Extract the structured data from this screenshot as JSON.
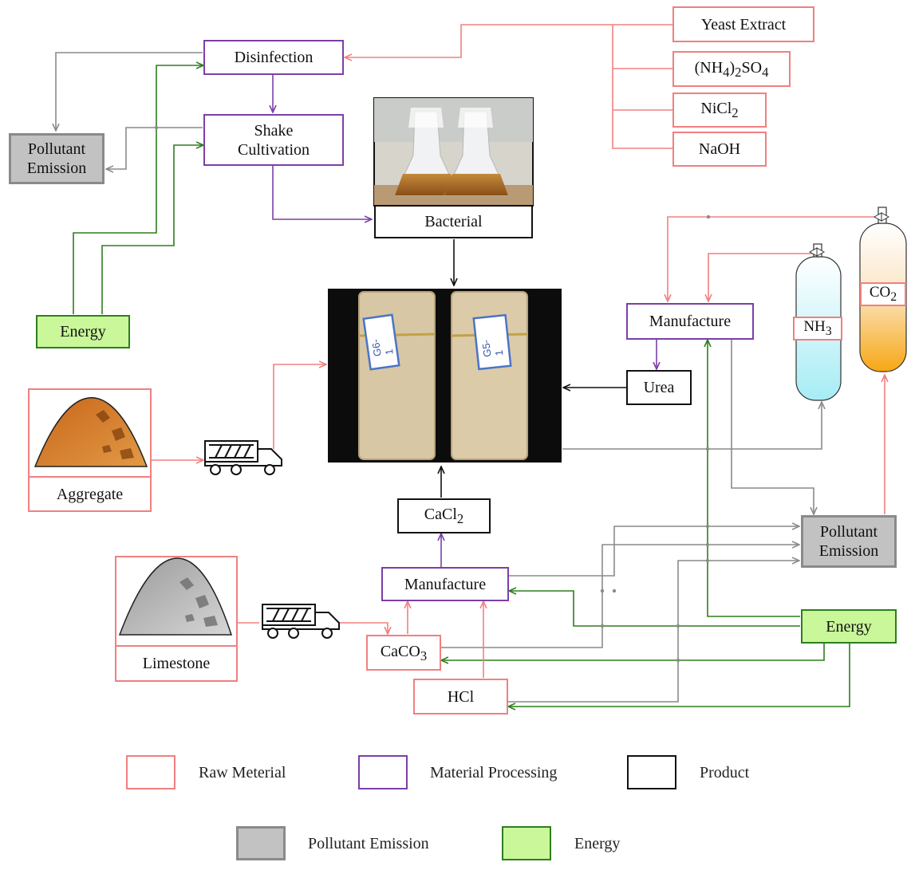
{
  "nodes": {
    "yeast": "Yeast Extract",
    "nh4so4": "(NH4)2SO4",
    "nicl2": "NiCl2",
    "naoh": "NaOH",
    "disinfection": "Disinfection",
    "shake_cultivation": "Shake Cultivation",
    "bacterial": "Bacterial",
    "pollutant_top": "Pollutant Emission",
    "energy_top": "Energy",
    "aggregate": "Aggregate",
    "manufacture_urea": "Manufacture",
    "urea": "Urea",
    "nh3": "NH3",
    "co2": "CO2",
    "cacl2": "CaCl2",
    "manufacture_cacl2": "Manufacture",
    "limestone": "Limestone",
    "caco3": "CaCO3",
    "hcl": "HCl",
    "pollutant_right": "Pollutant Emission",
    "energy_right": "Energy"
  },
  "specimens": [
    "G6-1",
    "G5-1"
  ],
  "legend": {
    "raw": "Raw Meterial",
    "processing": "Material Processing",
    "product": "Product",
    "pollutant": "Pollutant Emission",
    "energy": "Energy"
  },
  "colors": {
    "raw": "#f08080",
    "processing": "#7b3fa8",
    "product": "#111111",
    "pollutant": "#8a8a8a",
    "energy": "#2e7d1f"
  }
}
